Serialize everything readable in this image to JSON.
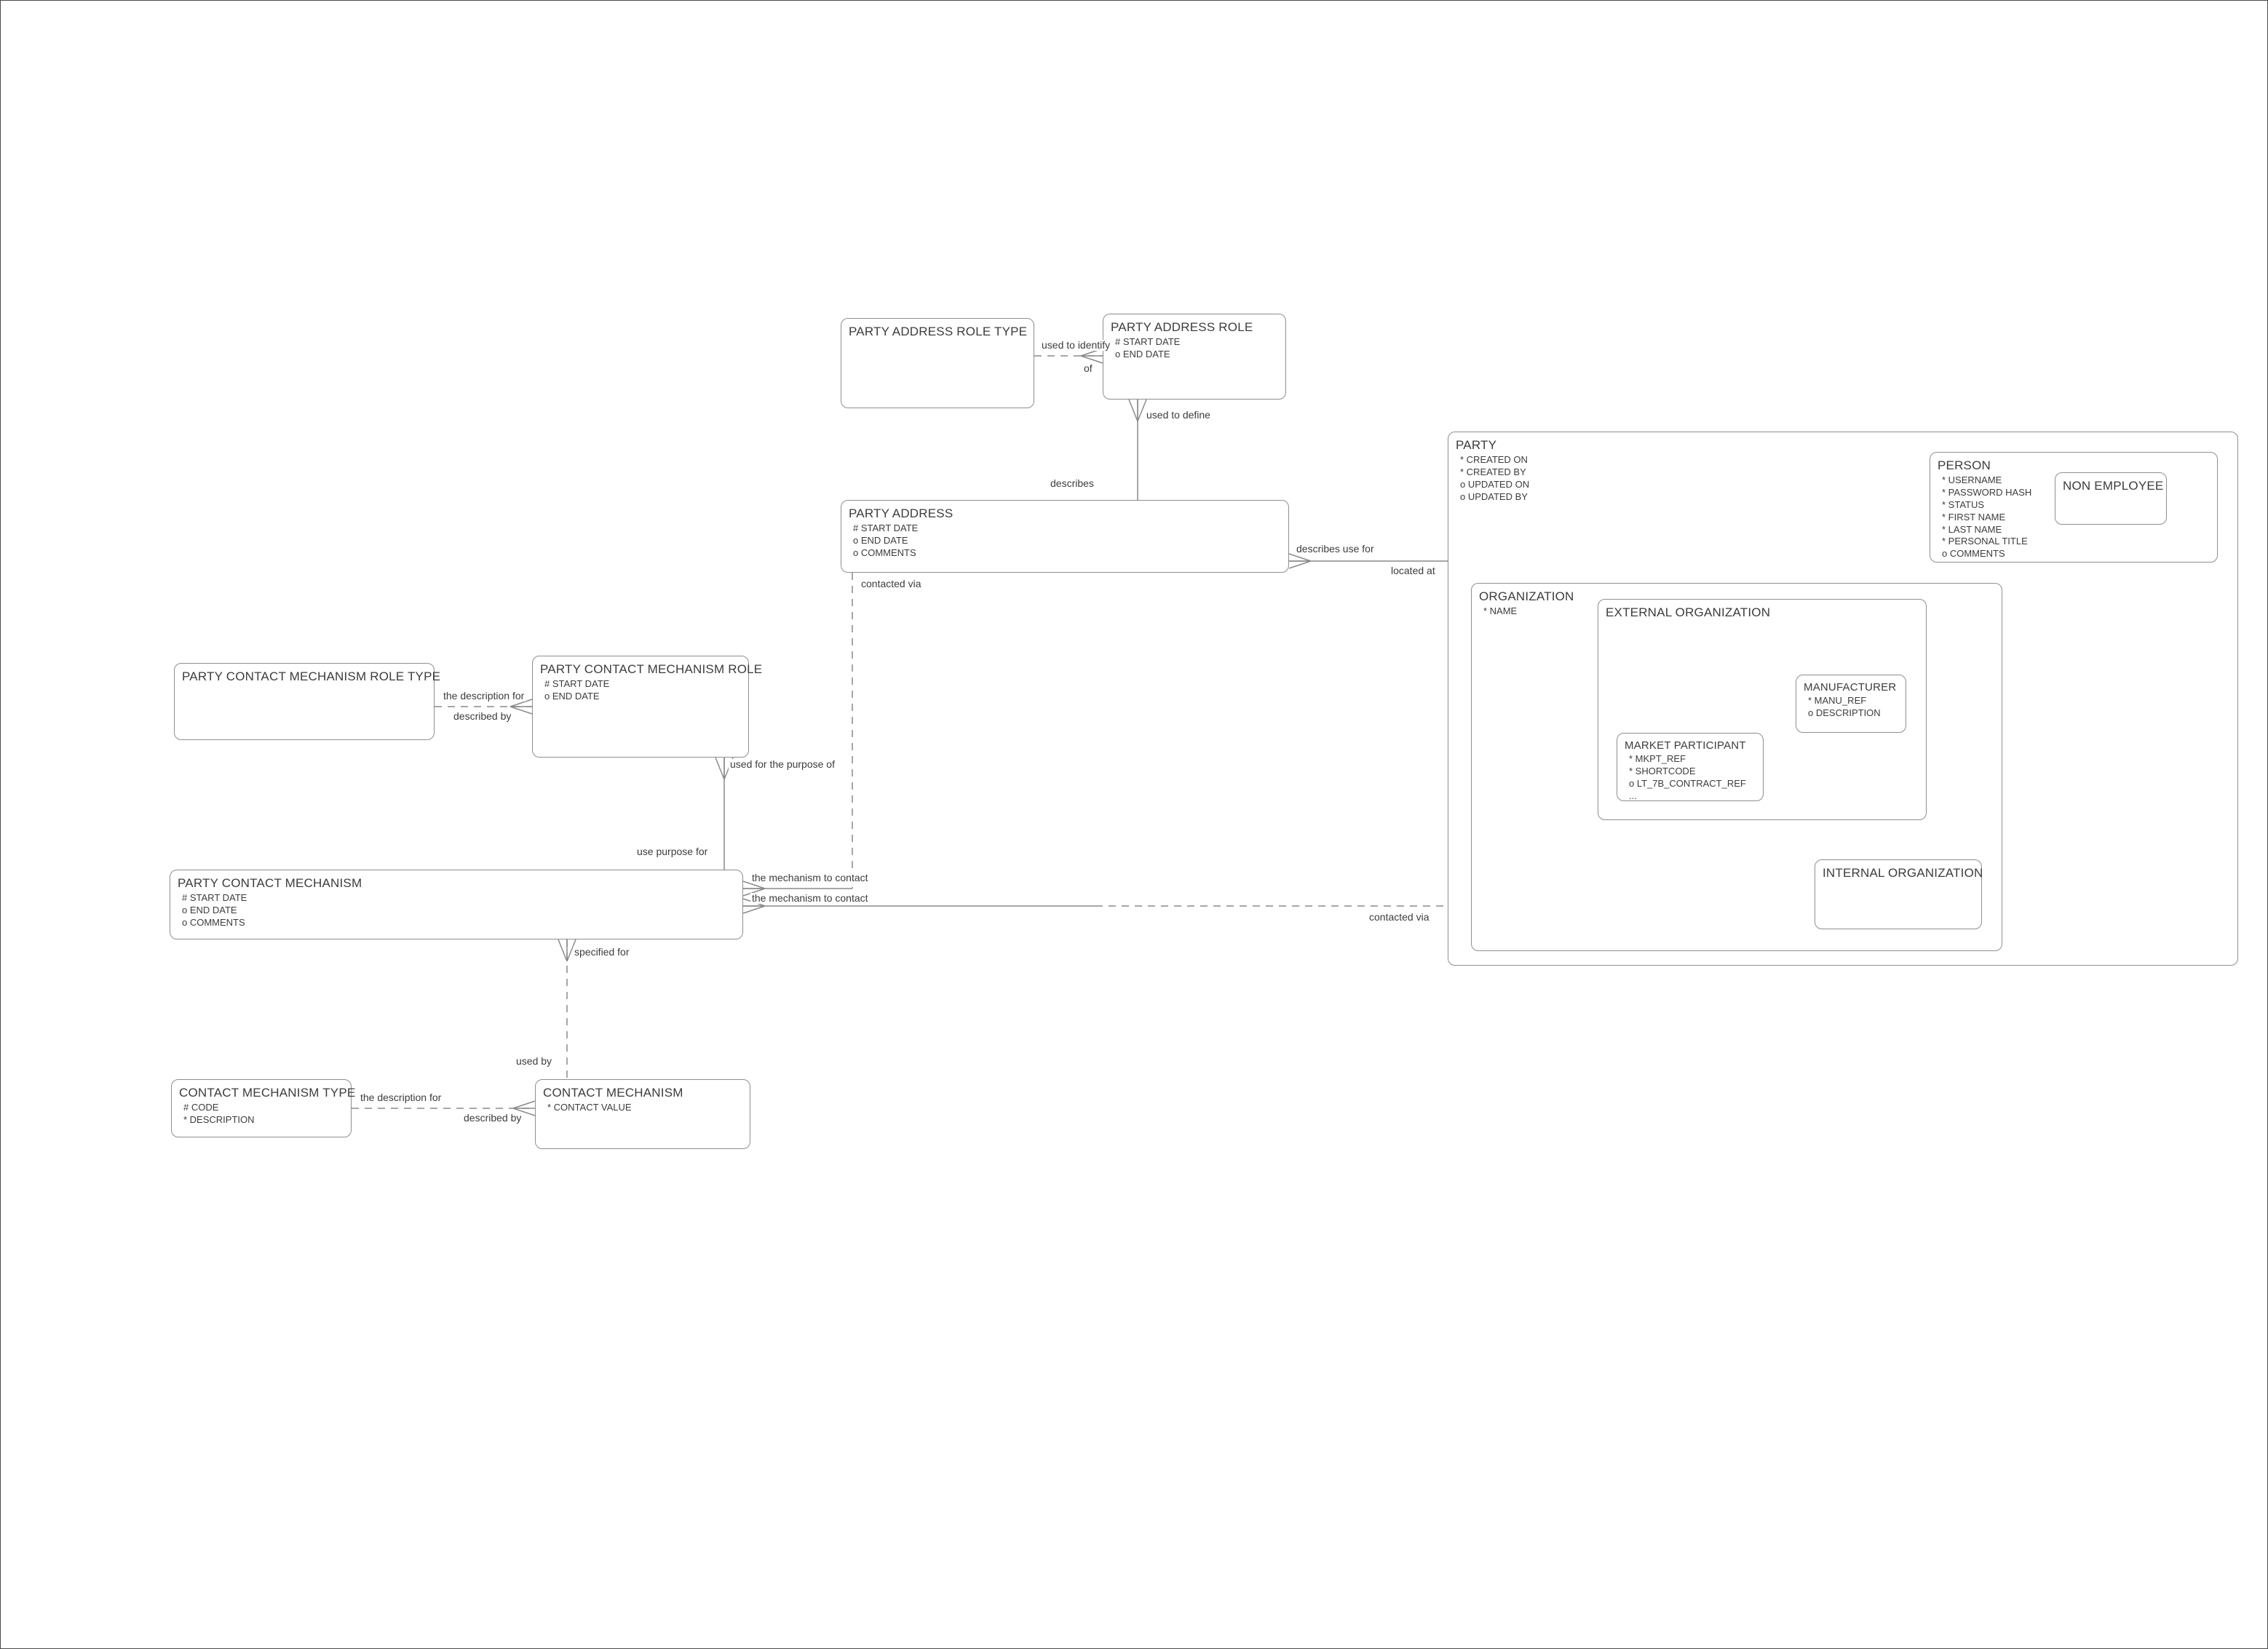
{
  "entities": {
    "party_address_role_type": {
      "title": "PARTY ADDRESS ROLE TYPE",
      "attrs": []
    },
    "party_address_role": {
      "title": "PARTY ADDRESS ROLE",
      "attrs": [
        "# START DATE",
        "o END DATE"
      ]
    },
    "party_address": {
      "title": "PARTY ADDRESS",
      "attrs": [
        "# START DATE",
        "o END DATE",
        "o COMMENTS"
      ]
    },
    "party_contact_mechanism_role_type": {
      "title": "PARTY CONTACT MECHANISM ROLE TYPE",
      "attrs": []
    },
    "party_contact_mechanism_role": {
      "title": "PARTY CONTACT MECHANISM ROLE",
      "attrs": [
        "# START DATE",
        "o END DATE"
      ]
    },
    "party_contact_mechanism": {
      "title": "PARTY CONTACT MECHANISM",
      "attrs": [
        "# START DATE",
        "o END DATE",
        "o COMMENTS"
      ]
    },
    "contact_mechanism_type": {
      "title": "CONTACT MECHANISM TYPE",
      "attrs": [
        "# CODE",
        "* DESCRIPTION"
      ]
    },
    "contact_mechanism": {
      "title": "CONTACT MECHANISM",
      "attrs": [
        "* CONTACT VALUE"
      ]
    },
    "party": {
      "title": "PARTY",
      "attrs": [
        "* CREATED ON",
        "* CREATED BY",
        "o UPDATED ON",
        "o UPDATED BY"
      ]
    },
    "person": {
      "title": "PERSON",
      "attrs": [
        "* USERNAME",
        "* PASSWORD HASH",
        "* STATUS",
        "* FIRST NAME",
        "* LAST NAME",
        "* PERSONAL TITLE",
        "o COMMENTS"
      ]
    },
    "non_employee": {
      "title": "NON EMPLOYEE",
      "attrs": []
    },
    "organization": {
      "title": "ORGANIZATION",
      "attrs": [
        "* NAME"
      ]
    },
    "external_organization": {
      "title": "EXTERNAL ORGANIZATION",
      "attrs": []
    },
    "manufacturer": {
      "title": "MANUFACTURER",
      "attrs": [
        "* MANU_REF",
        "o DESCRIPTION"
      ]
    },
    "market_participant": {
      "title": "MARKET PARTICIPANT",
      "attrs": [
        "* MKPT_REF",
        "* SHORTCODE",
        "o LT_7B_CONTRACT_REF",
        "..."
      ]
    },
    "internal_organization": {
      "title": "INTERNAL ORGANIZATION",
      "attrs": []
    }
  },
  "labels": {
    "used_to_identify": "used to identify",
    "of": "of",
    "used_to_define": "used to define",
    "describes": "describes",
    "describes_use_for": "describes use for",
    "located_at": "located at",
    "contacted_via_1": "contacted via",
    "the_description_for_1": "the description for",
    "described_by_1": "described by",
    "used_for_the_purpose_of": "used for the purpose of",
    "use_purpose_for": "use purpose for",
    "mechanism_to_contact_1": "the mechanism to contact",
    "mechanism_to_contact_2": "the mechanism to contact",
    "contacted_via_2": "contacted via",
    "specified_for": "specified for",
    "used_by": "used by",
    "the_description_for_2": "the description for",
    "described_by_2": "described by"
  }
}
